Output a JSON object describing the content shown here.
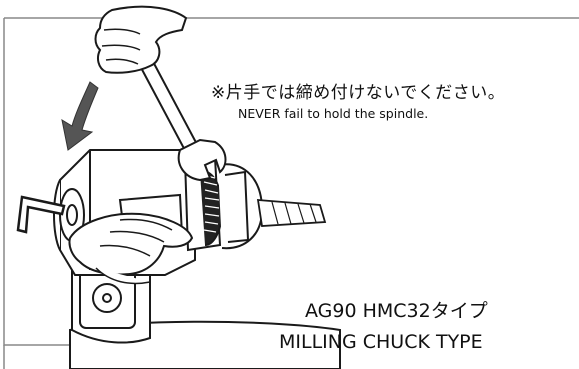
{
  "note": {
    "japanese": "※片手では締め付けないでください。",
    "english": "NEVER fail to hold the spindle."
  },
  "product": {
    "line1": "AG90 HMC32タイプ",
    "line2": "MILLING CHUCK TYPE"
  },
  "colors": {
    "stroke": "#1a1a1a",
    "arrow": "#555555",
    "frame": "#888888"
  },
  "icons": [
    "wrench-icon",
    "hex-key-icon",
    "arrow-down-icon",
    "hand-icon",
    "end-mill-icon"
  ]
}
